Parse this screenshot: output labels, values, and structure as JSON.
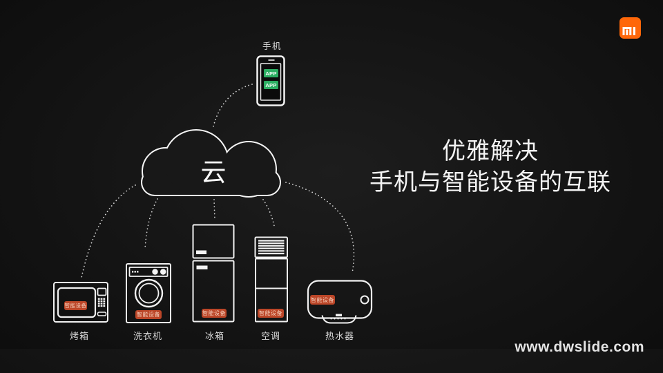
{
  "slide": {
    "title": {
      "line1": "优雅解决",
      "line2": "手机与智能设备的互联"
    },
    "watermark": "www.dwslide.com"
  },
  "brand": {
    "logo_icon": "xiaomi-mi-logo",
    "logo_text": "MI"
  },
  "phone": {
    "label": "手机",
    "app1": "APP",
    "app2": "APP"
  },
  "cloud": {
    "label": "云"
  },
  "devices": [
    {
      "name": "烤箱",
      "badge": "智能设备"
    },
    {
      "name": "洗衣机",
      "badge": "智能设备"
    },
    {
      "name": "冰箱",
      "badge": "智能设备"
    },
    {
      "name": "空调",
      "badge": "智能设备"
    },
    {
      "name": "热水器",
      "badge": "智能设备"
    }
  ],
  "colors": {
    "background": "#141414",
    "line_white": "#f2f2f2",
    "badge_red": "#bc4628",
    "app_green": "#2bae62",
    "brand_orange": "#ff6709"
  }
}
